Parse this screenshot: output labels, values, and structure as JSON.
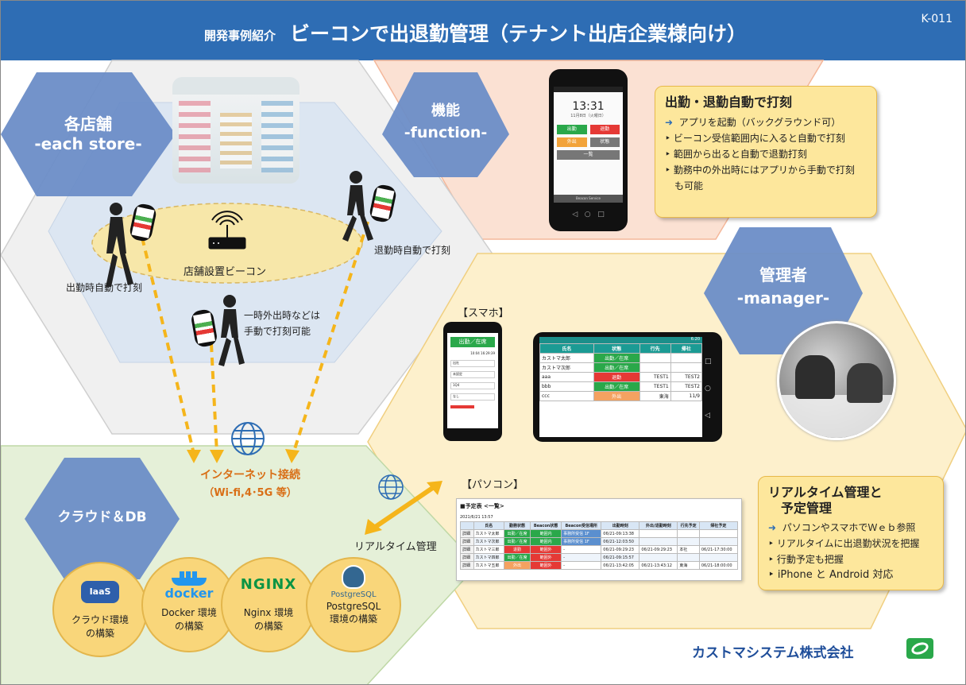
{
  "header": {
    "subtitle": "開発事例紹介",
    "title": "ビーコンで出退勤管理（テナント出店企業様向け）",
    "code": "K-011"
  },
  "sections": {
    "store": {
      "jp": "各店舗",
      "en": "-each store-"
    },
    "function": {
      "jp": "機能",
      "en": "-function-"
    },
    "manager": {
      "jp": "管理者",
      "en": "-manager-"
    },
    "cloud": {
      "jp": "クラウド＆DB"
    }
  },
  "store": {
    "beacon_label": "店舗設置ビーコン",
    "arrive_label": "出勤時自動で打刻",
    "leave_label": "退勤時自動で打刻",
    "out_line1": "一時外出時などは",
    "out_line2": "手動で打刻可能"
  },
  "internet": {
    "title": "インターネット接続",
    "sub": "（Wi-fi,4･5G 等）"
  },
  "realtime_label": "リアルタイム管理",
  "function_box": {
    "title": "出勤・退勤自動で打刻",
    "items": [
      "アプリを起動（バックグラウンド可）",
      "ビーコン受信範囲内に入ると自動で打刻",
      "範囲から出ると自動で退勤打刻",
      "勤務中の外出時にはアプリから手動で打刻",
      "も可能"
    ]
  },
  "app": {
    "time": "13:31",
    "date": "11月8日（火曜日）",
    "btn_in": "出勤",
    "btn_out": "退勤",
    "btn_away": "外出",
    "btn_status": "状態",
    "btn_list": "一覧",
    "footer": "Beacon Service"
  },
  "manager": {
    "smartphone_label": "【スマホ】",
    "pc_label": "【パソコン】",
    "phone_header": "出勤／在席",
    "phone_time": "10:04 16:29:39",
    "phone_fields": [
      "出社",
      "未設定",
      "1Q4",
      "なし"
    ],
    "tablet": {
      "status_time": "6:20",
      "headers": [
        "氏名",
        "状態",
        "行先",
        "帰社"
      ],
      "rows": [
        [
          "カストマ太郎",
          "出勤／在席",
          "",
          ""
        ],
        [
          "カストマ次郎",
          "出勤／在席",
          "",
          ""
        ],
        [
          "aaa",
          "退勤",
          "TEST1",
          "TEST2"
        ],
        [
          "bbb",
          "出勤／在席",
          "TEST1",
          "TEST2"
        ],
        [
          "ccc",
          "外出",
          "東海",
          "11/9"
        ]
      ]
    },
    "pc": {
      "title": "■予定表 <一覧>",
      "date": "2021/6/21 13:57",
      "headers": [
        "",
        "氏名",
        "勤務状態",
        "Beacon状態",
        "Beacon受信場所",
        "出勤時刻",
        "外出/退勤時刻",
        "行先予定",
        "帰社予定"
      ],
      "rows": [
        [
          "詳細",
          "カストマ太郎",
          "出勤／在席",
          "範囲内",
          "事務所受信 1F",
          "06/21-09:13:38",
          "",
          "",
          ""
        ],
        [
          "詳細",
          "カストマ次郎",
          "出勤／在席",
          "範囲内",
          "事務所受信 1F",
          "06/21-12:03:50",
          "",
          "",
          ""
        ],
        [
          "詳細",
          "カストマ三郎",
          "退勤",
          "範囲外",
          "-",
          "06/21-09:29:23",
          "06/21-09:29:23",
          "本社",
          "06/21-17:30:00"
        ],
        [
          "詳細",
          "カストマ四郎",
          "出勤／在席",
          "範囲外",
          "-",
          "06/21-09:15:57",
          "",
          "",
          ""
        ],
        [
          "詳細",
          "カストマ五郎",
          "外出",
          "範囲外",
          "-",
          "06/21-13:42:05",
          "06/21-13:43:12",
          "東海",
          "06/21-18:00:00"
        ]
      ]
    }
  },
  "manager_box": {
    "title1": "リアルタイム管理と",
    "title2": "予定管理",
    "items": [
      "パソコンやスマホでＷｅｂ参照",
      "リアルタイムに出退勤状況を把握",
      "行動予定も把握",
      "iPhone と Android 対応"
    ]
  },
  "cloud": [
    {
      "logo": "IaaS",
      "line1": "クラウド環境",
      "line2": "の構築"
    },
    {
      "logo": "docker",
      "line1": "Docker 環境",
      "line2": "の構築"
    },
    {
      "logo": "NGINX",
      "line1": "Nginx 環境",
      "line2": "の構築"
    },
    {
      "logo": "PostgreSQL",
      "line1": "PostgreSQL",
      "line2": "環境の構築"
    }
  ],
  "company": "カストマシステム株式会社",
  "colors": {
    "header": "#2e6db4",
    "hex_blue": "#6b8dc7",
    "orange_arrow": "#f5b51b",
    "box_yellow": "#fde79c",
    "status_green": "#2aa84a",
    "status_red": "#e53935",
    "status_orange": "#f4a261"
  }
}
